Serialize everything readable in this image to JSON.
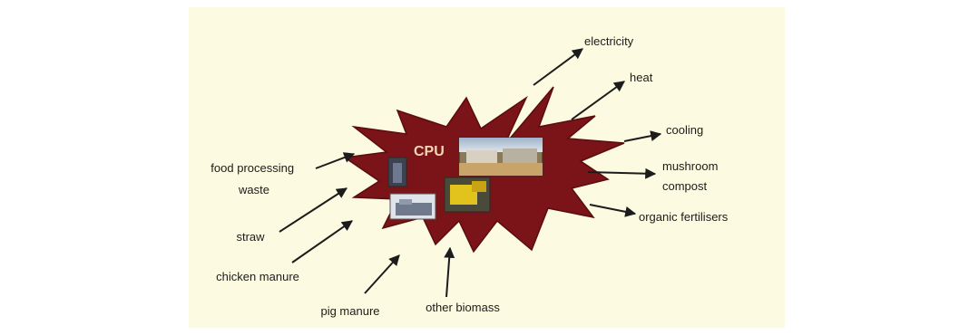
{
  "colors": {
    "page_background": "#ffffff",
    "panel_background": "#fcfae0",
    "starburst": "#7a1418",
    "starburst_edge": "#5a0c10",
    "center_label": "#f2d7b4",
    "arrow": "#1c1c1c",
    "label_text": "#1c1c1c"
  },
  "center": {
    "label": "CPU"
  },
  "inputs": [
    {
      "id": "food",
      "lines": [
        "food processing",
        "waste"
      ]
    },
    {
      "id": "straw",
      "lines": [
        "straw"
      ]
    },
    {
      "id": "chicken",
      "lines": [
        "chicken manure"
      ]
    },
    {
      "id": "pig",
      "lines": [
        "pig manure"
      ]
    },
    {
      "id": "other",
      "lines": [
        "other biomass"
      ]
    }
  ],
  "outputs": [
    {
      "id": "electricity",
      "lines": [
        "electricity"
      ]
    },
    {
      "id": "heat",
      "lines": [
        "heat"
      ]
    },
    {
      "id": "cooling",
      "lines": [
        "cooling"
      ]
    },
    {
      "id": "mushroom",
      "lines": [
        "mushroom",
        "compost"
      ]
    },
    {
      "id": "fertilisers",
      "lines": [
        "organic fertilisers"
      ]
    }
  ],
  "photos": [
    {
      "id": "plant-photo",
      "icon": "biogas-plant-photo"
    },
    {
      "id": "digester-photo",
      "icon": "digester-tank-photo"
    },
    {
      "id": "machinery-photo",
      "icon": "yellow-machinery-photo"
    },
    {
      "id": "building-photo",
      "icon": "industrial-building-photo"
    }
  ]
}
